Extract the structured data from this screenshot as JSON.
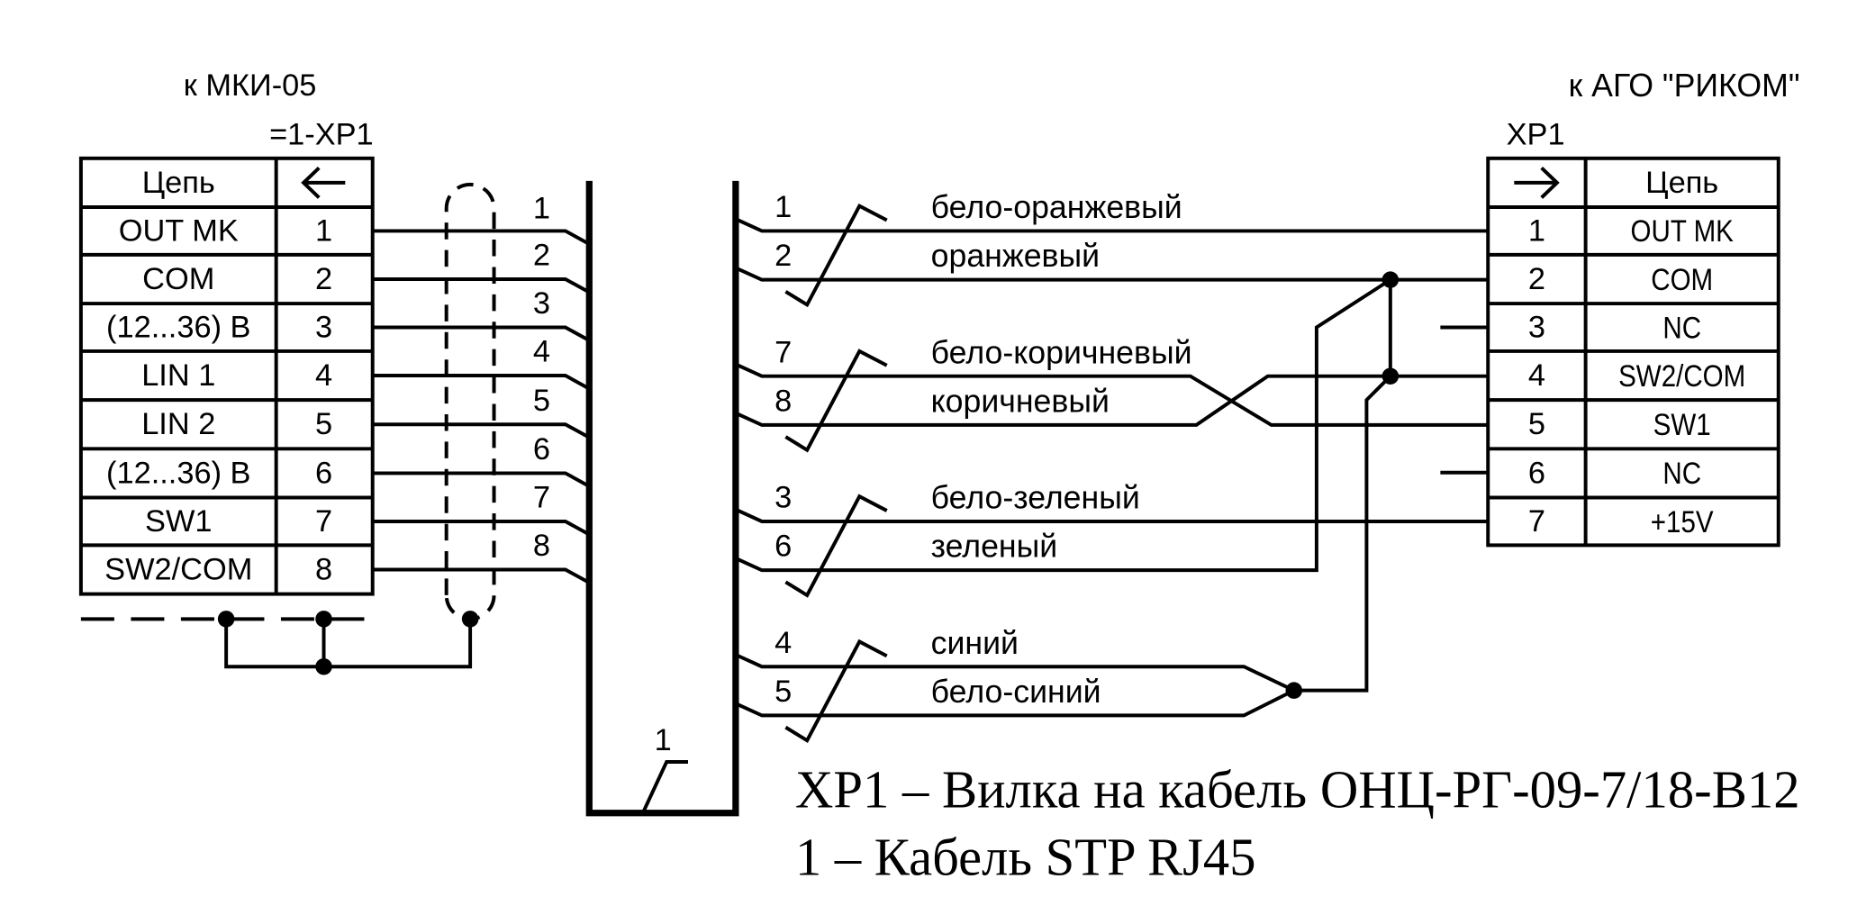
{
  "left_connector": {
    "caption": "к МКИ-05",
    "designator": "=1-XP1",
    "header": {
      "circuit": "Цепь",
      "direction_icon": "arrow-left-icon"
    },
    "rows": [
      {
        "circuit": "OUT MK",
        "pin": "1"
      },
      {
        "circuit": "COM",
        "pin": "2"
      },
      {
        "circuit": "(12...36) В",
        "pin": "3"
      },
      {
        "circuit": "LIN 1",
        "pin": "4"
      },
      {
        "circuit": "LIN 2",
        "pin": "5"
      },
      {
        "circuit": "(12...36) В",
        "pin": "6"
      },
      {
        "circuit": "SW1",
        "pin": "7"
      },
      {
        "circuit": "SW2/COM",
        "pin": "8"
      }
    ]
  },
  "shield_bundle": {
    "wire_numbers": [
      "1",
      "2",
      "3",
      "4",
      "5",
      "6",
      "7",
      "8"
    ]
  },
  "cable": {
    "label": "1"
  },
  "pairs": [
    {
      "a": {
        "number": "1",
        "color": "бело-оранжевый"
      },
      "b": {
        "number": "2",
        "color": "оранжевый"
      }
    },
    {
      "a": {
        "number": "7",
        "color": "бело-коричневый"
      },
      "b": {
        "number": "8",
        "color": "коричневый"
      }
    },
    {
      "a": {
        "number": "3",
        "color": "бело-зеленый"
      },
      "b": {
        "number": "6",
        "color": "зеленый"
      }
    },
    {
      "a": {
        "number": "4",
        "color": "синий"
      },
      "b": {
        "number": "5",
        "color": "бело-синий"
      }
    }
  ],
  "right_connector": {
    "caption": "к АГО \"РИКОМ\"",
    "designator": "XP1",
    "header": {
      "circuit": "Цепь",
      "direction_icon": "arrow-right-icon"
    },
    "rows": [
      {
        "pin": "1",
        "circuit": "OUT MK"
      },
      {
        "pin": "2",
        "circuit": "COM"
      },
      {
        "pin": "3",
        "circuit": "NC"
      },
      {
        "pin": "4",
        "circuit": "SW2/COM"
      },
      {
        "pin": "5",
        "circuit": "SW1"
      },
      {
        "pin": "6",
        "circuit": "NC"
      },
      {
        "pin": "7",
        "circuit": "+15V"
      }
    ]
  },
  "notes": [
    "XP1 – Вилка на кабель ОНЦ-РГ-09-7/18-В12",
    "1 – Кабель STP RJ45"
  ]
}
